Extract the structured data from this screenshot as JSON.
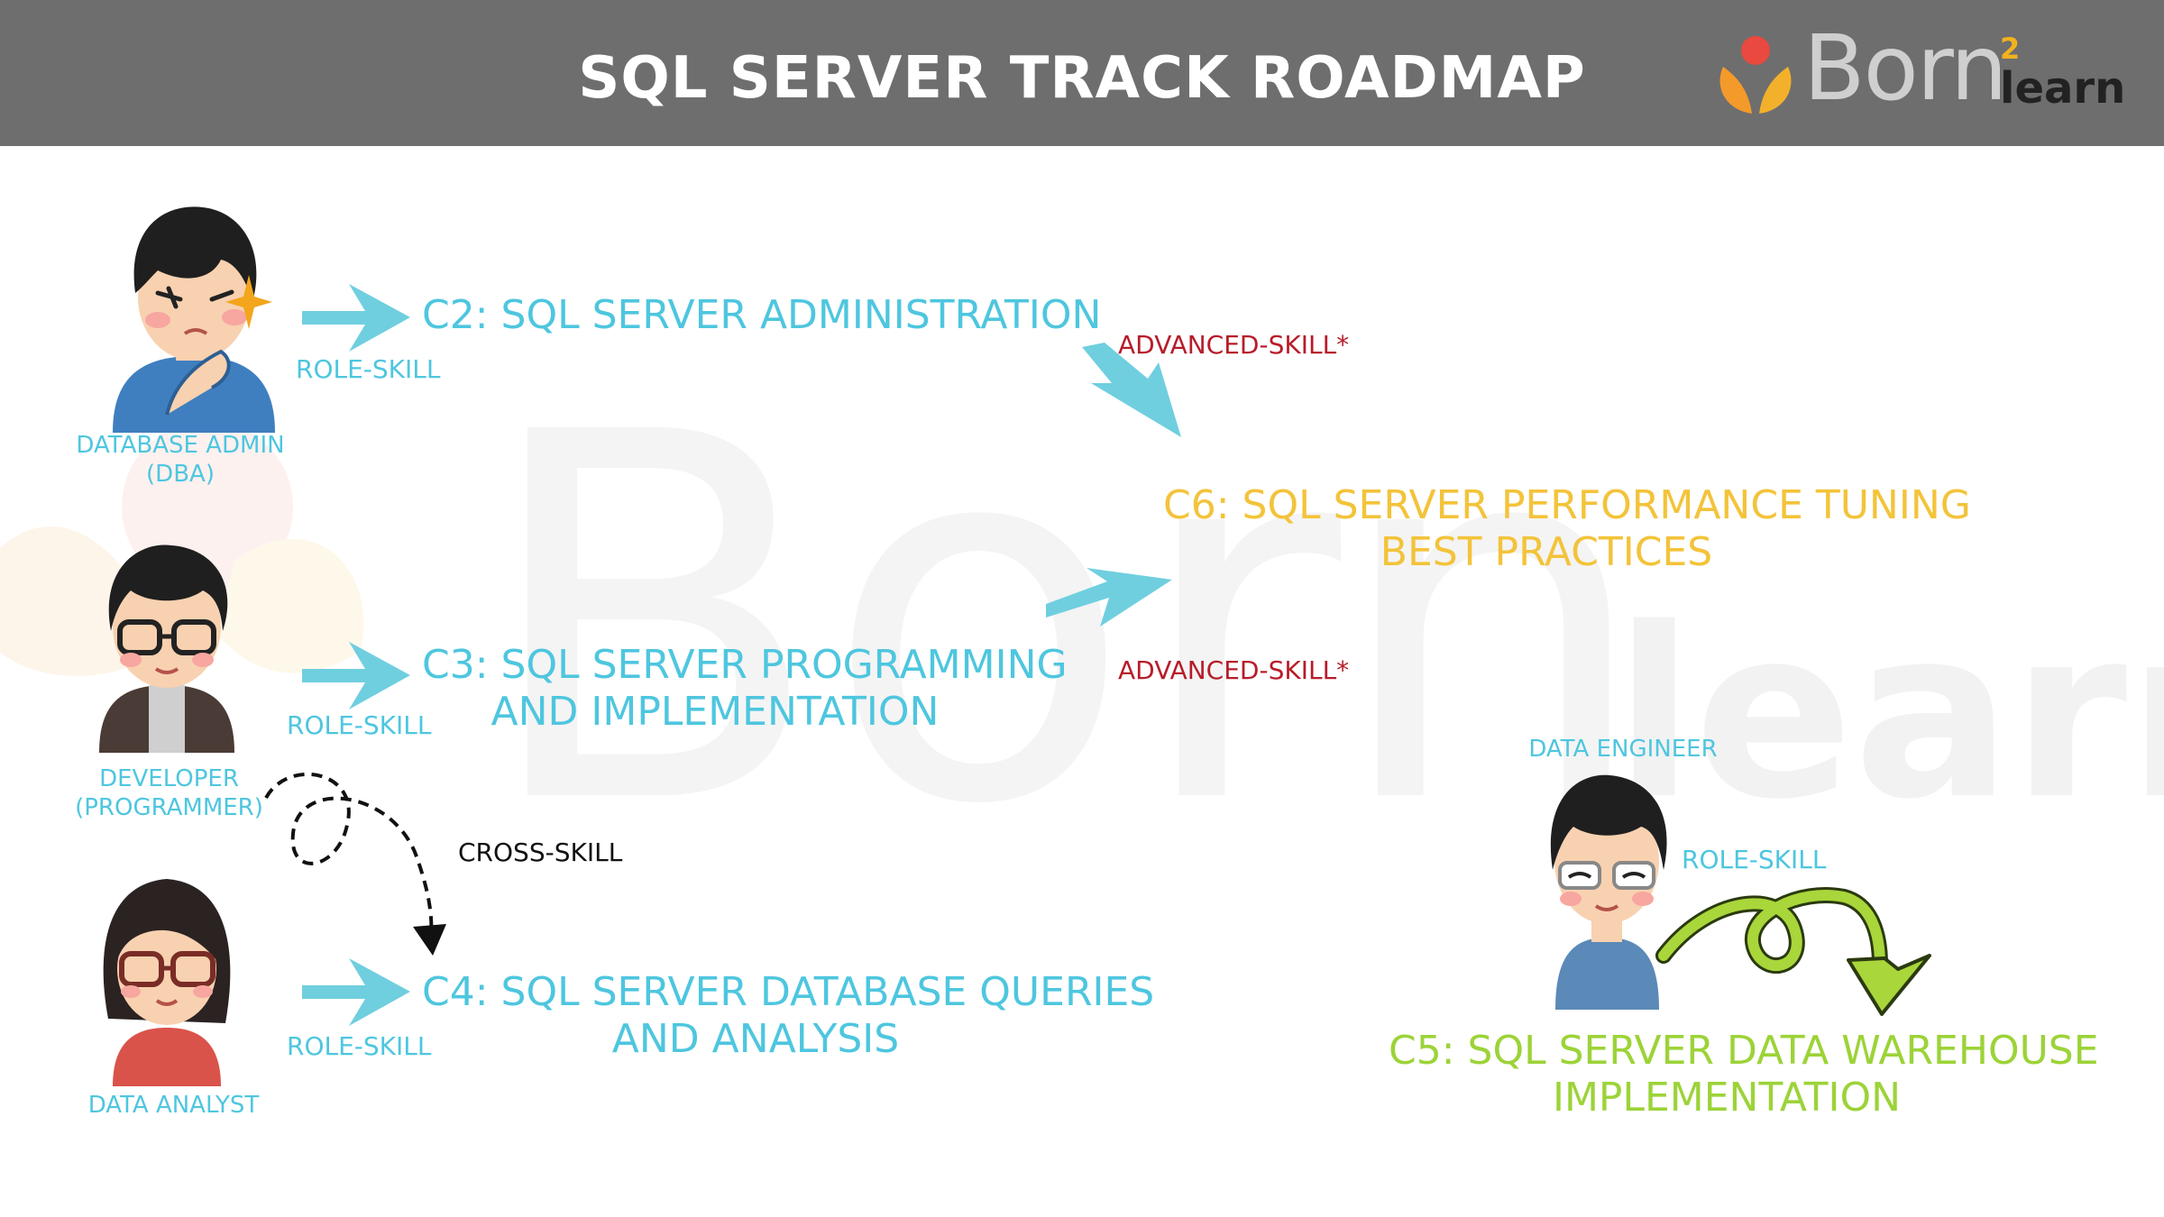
{
  "title": "SQL SERVER TRACK ROADMAP",
  "logo": {
    "born": "Born",
    "superscript": "2",
    "learn": "learn",
    "watermark_born": "Born",
    "watermark_learn": "learn"
  },
  "courses": {
    "c2": {
      "line1": "C2: SQL SERVER ADMINISTRATION"
    },
    "c3": {
      "line1": "C3: SQL SERVER PROGRAMMING",
      "line2": "AND IMPLEMENTATION"
    },
    "c4": {
      "line1": "C4: SQL SERVER DATABASE QUERIES",
      "line2": "AND ANALYSIS"
    },
    "c5": {
      "line1": "C5: SQL SERVER DATA WAREHOUSE",
      "line2": "IMPLEMENTATION"
    },
    "c6": {
      "line1": "C6: SQL SERVER PERFORMANCE TUNING",
      "line2": "BEST PRACTICES"
    }
  },
  "roles": {
    "dba": {
      "line1": "DATABASE ADMIN",
      "line2": "(DBA)"
    },
    "developer": {
      "line1": "DEVELOPER",
      "line2": "(PROGRAMMER)"
    },
    "analyst": {
      "line1": "DATA ANALYST"
    },
    "engineer": {
      "line1": "DATA ENGINEER"
    }
  },
  "skills": {
    "role_skill": "ROLE-SKILL",
    "advanced_skill": "ADVANCED-SKILL*",
    "cross_skill": "CROSS-SKILL"
  },
  "colors": {
    "header_bg": "#6e6e6e",
    "cyan": "#4ec6df",
    "yellow": "#f3c33a",
    "lime": "#9cd338",
    "advanced_red": "#b71c2a"
  }
}
